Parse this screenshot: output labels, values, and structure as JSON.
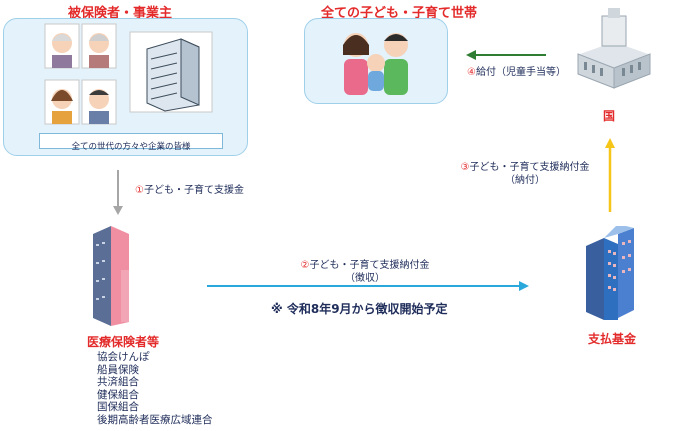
{
  "insured": {
    "title": "被保険者・事業主",
    "caption": "全ての世代の方々や企業の皆様"
  },
  "households": {
    "title": "全ての子ども・子育て世帯"
  },
  "country": {
    "title": "国"
  },
  "insurers": {
    "title": "医療保険者等",
    "items": [
      "協会けんぽ",
      "船員保険",
      "共済組合",
      "健保組合",
      "国保組合",
      "後期高齢者医療広域連合"
    ]
  },
  "fund": {
    "title": "支払基金"
  },
  "flows": {
    "f1": {
      "num": "①",
      "label": "子ども・子育て支援金"
    },
    "f2": {
      "num": "②",
      "label": "子ども・子育て支援納付金",
      "sub": "（徴収）"
    },
    "f3": {
      "num": "③",
      "label": "子ども・子育て支援納付金",
      "sub": "（納付）"
    },
    "f4": {
      "num": "④",
      "label": "給付（児童手当等）"
    }
  },
  "note": "※ 令和8年9月から徴収開始予定",
  "colors": {
    "arrow_grey": "#a6a6a6",
    "arrow_blue": "#29a8dc",
    "arrow_yellow": "#f5c518",
    "arrow_green": "#2f7d32",
    "panel_bg": "#e3f2fb",
    "title_red": "#e32b2b"
  }
}
